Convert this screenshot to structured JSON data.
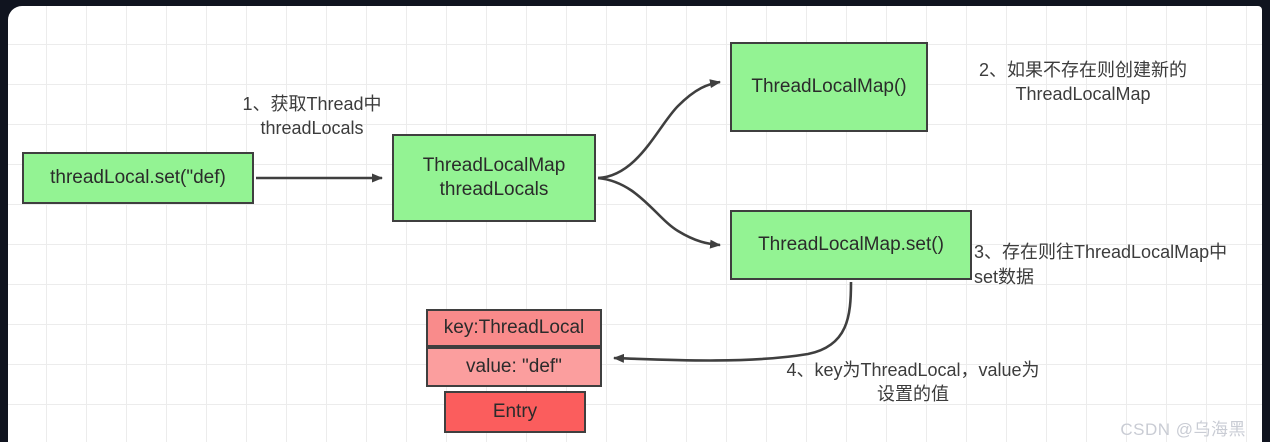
{
  "diagram": {
    "title": "ThreadLocal set flow",
    "background_color": "#10141f",
    "canvas_color": "#ffffff",
    "grid_color": "#ececec",
    "colors": {
      "green_fill": "#93f393",
      "key_fill": "#f98b8b",
      "value_fill": "#fb9e9e",
      "entry_fill": "#fb5d5d",
      "stroke": "#3f3f3f",
      "text": "#2b2b2b"
    },
    "nodes": {
      "threadlocal_set": "threadLocal.set(\"def)",
      "threadlocalmap_threadlocals": "ThreadLocalMap\nthreadLocals",
      "threadlocalmap_new": "ThreadLocalMap()",
      "threadlocalmap_set": "ThreadLocalMap.set()",
      "entry_key": "key:ThreadLocal",
      "entry_value": "value: \"def\"",
      "entry_label": "Entry"
    },
    "annotations": {
      "step1": "1、获取Thread中\nthreadLocals",
      "step2": "2、如果不存在则创建新的\nThreadLocalMap",
      "step3_line1": "3、存在则往ThreadLocalMap中",
      "step3_line2": "set数据",
      "step4": "4、key为ThreadLocal，value为\n设置的值"
    },
    "watermark": "CSDN @乌海黑"
  }
}
